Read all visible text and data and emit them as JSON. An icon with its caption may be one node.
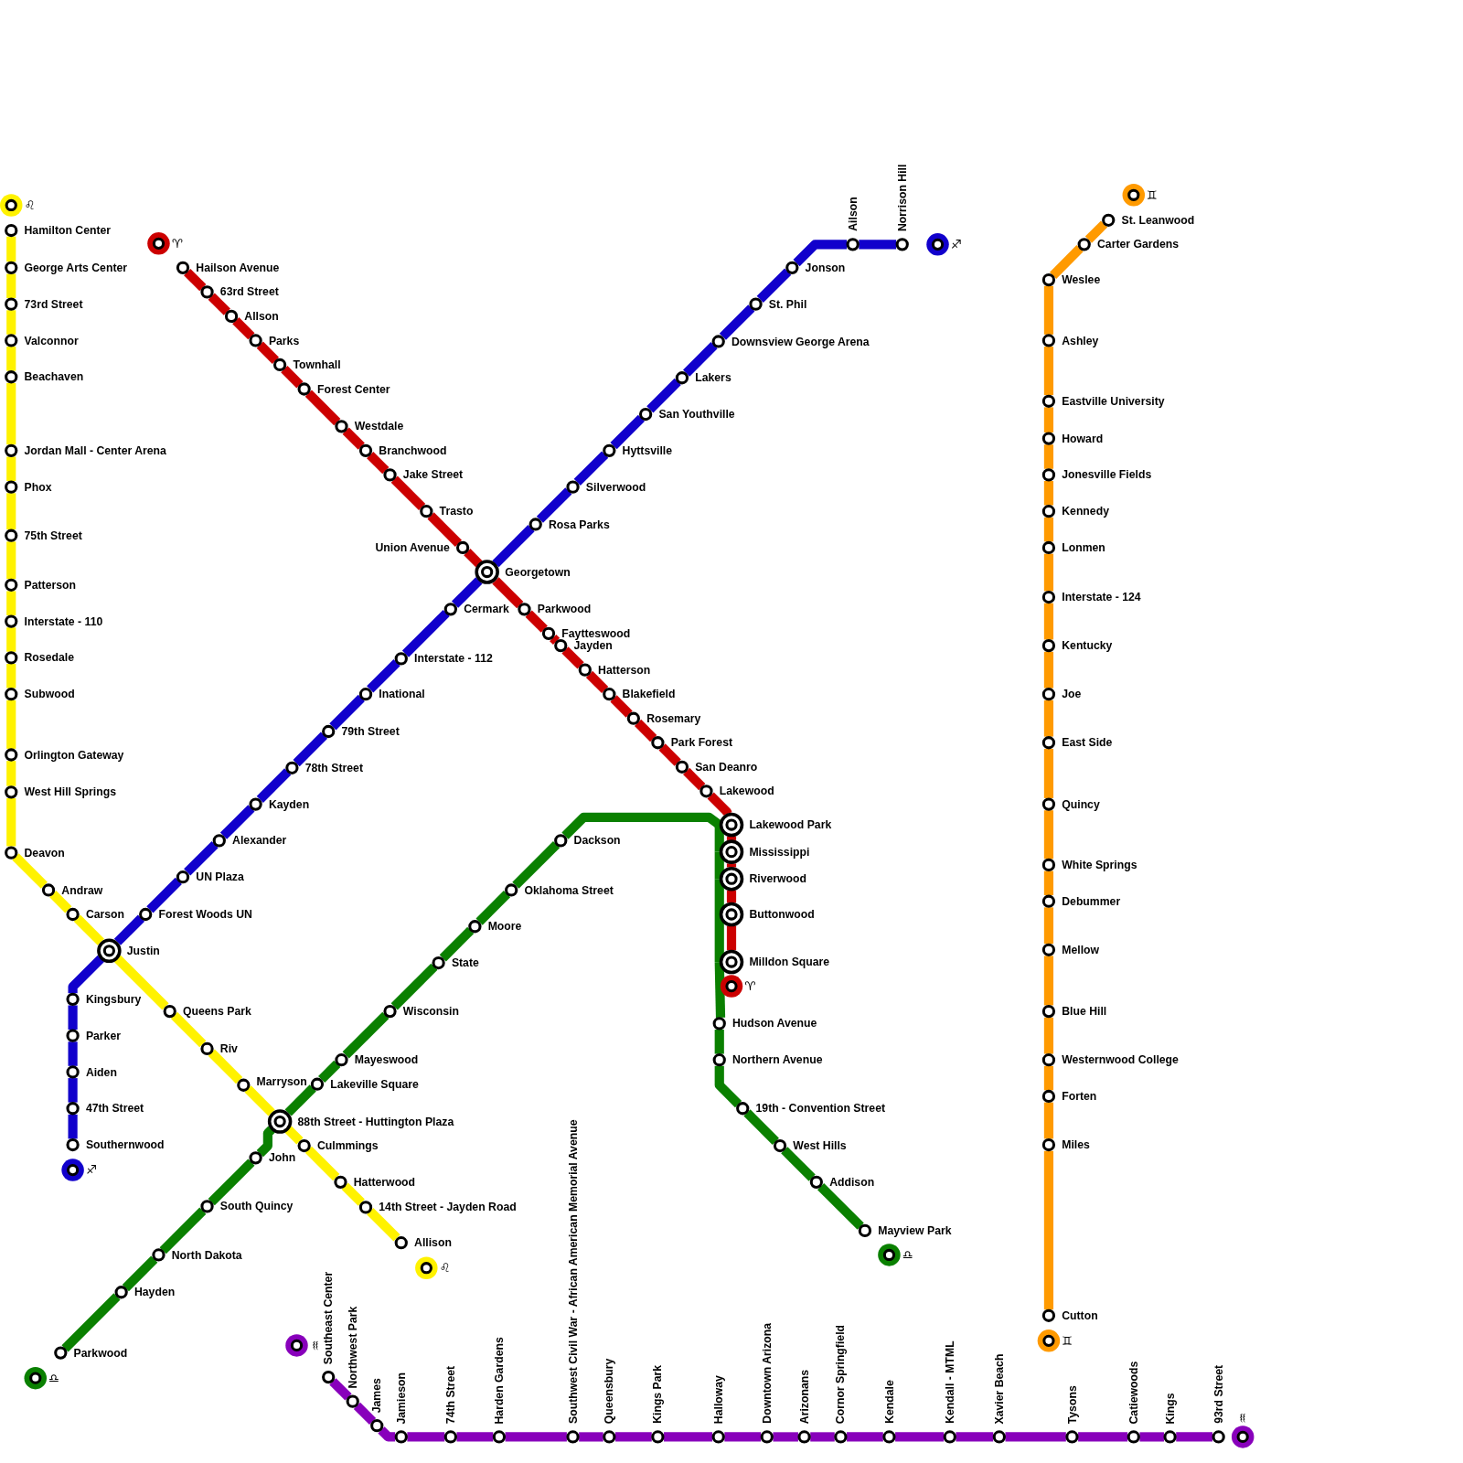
{
  "diagram": {
    "nodes": [
      {
        "text": [
          "♌"
        ]
      },
      {
        "text": [
          "Hamilton Center"
        ]
      },
      {
        "text": [
          "George Arts Center"
        ]
      },
      {
        "text": [
          "73rd Street"
        ]
      },
      {
        "text": [
          "Valconnor"
        ]
      },
      {
        "text": [
          "Beachaven"
        ]
      },
      {
        "text": [
          "Jordan Mall - Center Arena"
        ]
      },
      {
        "text": [
          "Phox"
        ]
      },
      {
        "text": [
          "75th Street"
        ]
      },
      {
        "text": [
          "Patterson"
        ]
      },
      {
        "text": [
          "Interstate - 110"
        ]
      },
      {
        "text": [
          "Rosedale"
        ]
      },
      {
        "text": [
          "Subwood"
        ]
      },
      {
        "text": [
          "Orlington Gateway"
        ]
      },
      {
        "text": [
          "West Hill Springs"
        ]
      },
      {
        "text": [
          "Deavon"
        ]
      },
      {
        "text": [
          "Andraw"
        ]
      },
      {
        "text": [
          "Carson"
        ]
      },
      {
        "text": [
          "Justin"
        ]
      },
      {
        "text": [
          "Queens Park"
        ]
      },
      {
        "text": [
          "Riv"
        ]
      },
      {
        "text": [
          "Marryson"
        ]
      },
      {
        "text": [
          "88th Street - Huttington Plaza"
        ]
      },
      {
        "text": [
          "Culmmings"
        ]
      },
      {
        "text": [
          "Hatterwood"
        ]
      },
      {
        "text": [
          "14th Street - Jayden Road"
        ]
      },
      {
        "text": [
          "Allison"
        ]
      },
      {
        "text": [
          "♌"
        ]
      },
      {
        "text": [
          "♈"
        ]
      },
      {
        "text": [
          "Hailson Avenue"
        ]
      },
      {
        "text": [
          "63rd Street"
        ]
      },
      {
        "text": [
          "Allson"
        ]
      },
      {
        "text": [
          "Parks"
        ]
      },
      {
        "text": [
          "Townhall"
        ]
      },
      {
        "text": [
          "Forest Center"
        ]
      },
      {
        "text": [
          "Westdale"
        ]
      },
      {
        "text": [
          "Branchwood"
        ]
      },
      {
        "text": [
          "Jake Street"
        ]
      },
      {
        "text": [
          "Trasto"
        ]
      },
      {
        "text": [
          "Union Avenue"
        ]
      },
      {
        "text": [
          "Georgetown"
        ]
      },
      {
        "text": [
          "Parkwood"
        ]
      },
      {
        "text": [
          "Faytteswood"
        ]
      },
      {
        "text": [
          "Jayden"
        ]
      },
      {
        "text": [
          "Hatterson"
        ]
      },
      {
        "text": [
          "Blakefield"
        ]
      },
      {
        "text": [
          "Rosemary"
        ]
      },
      {
        "text": [
          "Park Forest"
        ]
      },
      {
        "text": [
          "San Deanro"
        ]
      },
      {
        "text": [
          "Lakewood"
        ]
      },
      {
        "text": [
          "Lakewood Park"
        ]
      },
      {
        "text": [
          "Mississippi"
        ]
      },
      {
        "text": [
          "Riverwood"
        ]
      },
      {
        "text": [
          "Buttonwood"
        ]
      },
      {
        "text": [
          "Milldon Square"
        ]
      },
      {
        "text": [
          "♈"
        ]
      },
      {
        "text": [
          "♐"
        ]
      },
      {
        "text": [
          "Norrison Hill"
        ]
      },
      {
        "text": [
          "Ailson"
        ]
      },
      {
        "text": [
          "Jonson"
        ]
      },
      {
        "text": [
          "St. Phil"
        ]
      },
      {
        "text": [
          "Downsview George Arena"
        ]
      },
      {
        "text": [
          "Lakers"
        ]
      },
      {
        "text": [
          "San Youthville"
        ]
      },
      {
        "text": [
          "Hyttsville"
        ]
      },
      {
        "text": [
          "Silverwood"
        ]
      },
      {
        "text": [
          "Rosa Parks"
        ]
      },
      {
        "text": [
          "Cermark"
        ]
      },
      {
        "text": [
          "Interstate - 112"
        ]
      },
      {
        "text": [
          "Inational"
        ]
      },
      {
        "text": [
          "79th Street"
        ]
      },
      {
        "text": [
          "78th Street"
        ]
      },
      {
        "text": [
          "Kayden"
        ]
      },
      {
        "text": [
          "Alexander"
        ]
      },
      {
        "text": [
          "UN Plaza"
        ]
      },
      {
        "text": [
          "Forest Woods UN"
        ]
      },
      {
        "text": [
          "Kingsbury"
        ]
      },
      {
        "text": [
          "Parker"
        ]
      },
      {
        "text": [
          "Aiden"
        ]
      },
      {
        "text": [
          "47th Street"
        ]
      },
      {
        "text": [
          "Southernwood"
        ]
      },
      {
        "text": [
          "♐"
        ]
      },
      {
        "text": [
          "♎"
        ]
      },
      {
        "text": [
          "Parkwood"
        ]
      },
      {
        "text": [
          "Hayden"
        ]
      },
      {
        "text": [
          "North Dakota"
        ]
      },
      {
        "text": [
          "South Quincy"
        ]
      },
      {
        "text": [
          "John"
        ]
      },
      {
        "text": [
          "Lakeville Square"
        ]
      },
      {
        "text": [
          "Mayeswood"
        ]
      },
      {
        "text": [
          "Wisconsin"
        ]
      },
      {
        "text": [
          "State"
        ]
      },
      {
        "text": [
          "Moore"
        ]
      },
      {
        "text": [
          "Oklahoma Street"
        ]
      },
      {
        "text": [
          "Dackson"
        ]
      },
      {
        "text": [
          "Hudson Avenue"
        ]
      },
      {
        "text": [
          "Northern Avenue"
        ]
      },
      {
        "text": [
          "19th - Convention Street"
        ]
      },
      {
        "text": [
          "West Hills"
        ]
      },
      {
        "text": [
          "Addison"
        ]
      },
      {
        "text": [
          "Mayview Park"
        ]
      },
      {
        "text": [
          "♎"
        ]
      },
      {
        "text": [
          "♊"
        ]
      },
      {
        "text": [
          "St. Leanwood"
        ]
      },
      {
        "text": [
          "Carter Gardens"
        ]
      },
      {
        "text": [
          "Weslee"
        ]
      },
      {
        "text": [
          "Ashley"
        ]
      },
      {
        "text": [
          "Eastville University"
        ]
      },
      {
        "text": [
          "Howard"
        ]
      },
      {
        "text": [
          "Jonesville Fields"
        ]
      },
      {
        "text": [
          "Kennedy"
        ]
      },
      {
        "text": [
          "Lonmen"
        ]
      },
      {
        "text": [
          "Interstate - 124"
        ]
      },
      {
        "text": [
          "Kentucky"
        ]
      },
      {
        "text": [
          "Joe"
        ]
      },
      {
        "text": [
          "East Side"
        ]
      },
      {
        "text": [
          "Quincy"
        ]
      },
      {
        "text": [
          "White Springs"
        ]
      },
      {
        "text": [
          "Debummer"
        ]
      },
      {
        "text": [
          "Mellow"
        ]
      },
      {
        "text": [
          "Blue Hill"
        ]
      },
      {
        "text": [
          "Westernwood College"
        ]
      },
      {
        "text": [
          "Forten"
        ]
      },
      {
        "text": [
          "Miles"
        ]
      },
      {
        "text": [
          "Cutton"
        ]
      },
      {
        "text": [
          "♊"
        ]
      },
      {
        "text": [
          "♒"
        ]
      },
      {
        "text": [
          "Southeast Center"
        ]
      },
      {
        "text": [
          "Northwest Park"
        ]
      },
      {
        "text": [
          "James"
        ]
      },
      {
        "text": [
          "Jamieson"
        ]
      },
      {
        "text": [
          "74th Street"
        ]
      },
      {
        "text": [
          "Harden Gardens"
        ]
      },
      {
        "text": [
          "Southwest Civil War - African American Memorial Avenue"
        ]
      },
      {
        "text": [
          "Queensbury"
        ]
      },
      {
        "text": [
          "Kings Park"
        ]
      },
      {
        "text": [
          "Halloway"
        ]
      },
      {
        "text": [
          "Downtown Arizona"
        ]
      },
      {
        "text": [
          "Arizonans"
        ]
      },
      {
        "text": [
          "Cornor Springfield"
        ]
      },
      {
        "text": [
          "Kendale"
        ]
      },
      {
        "text": [
          "Kendall - MTML"
        ]
      },
      {
        "text": [
          "Xavier Beach"
        ]
      },
      {
        "text": [
          "Tysons"
        ]
      },
      {
        "text": [
          "Catiewoods"
        ]
      },
      {
        "text": [
          "Kings"
        ]
      },
      {
        "text": [
          "93rd Street"
        ]
      },
      {
        "text": [
          "♒"
        ]
      }
    ],
    "edges": [
      {
        "from": 1,
        "to": 2,
        "arrow": "none",
        "color": "#fff200"
      },
      {
        "from": 2,
        "to": 3,
        "arrow": "none",
        "color": "#fff200"
      },
      {
        "from": 3,
        "to": 4,
        "arrow": "none",
        "color": "#fff200"
      },
      {
        "from": 4,
        "to": 5,
        "arrow": "none",
        "color": "#fff200"
      },
      {
        "from": 5,
        "to": 6,
        "arrow": "none",
        "color": "#fff200"
      },
      {
        "from": 6,
        "to": 7,
        "arrow": "none",
        "color": "#fff200"
      },
      {
        "from": 7,
        "to": 8,
        "arrow": "none",
        "color": "#fff200"
      },
      {
        "from": 8,
        "to": 9,
        "arrow": "none",
        "color": "#fff200"
      },
      {
        "from": 9,
        "to": 10,
        "arrow": "none",
        "color": "#fff200"
      },
      {
        "from": 10,
        "to": 11,
        "arrow": "none",
        "color": "#fff200"
      },
      {
        "from": 11,
        "to": 12,
        "arrow": "none",
        "color": "#fff200"
      },
      {
        "from": 12,
        "to": 13,
        "arrow": "none",
        "color": "#fff200"
      },
      {
        "from": 13,
        "to": 14,
        "arrow": "none",
        "color": "#fff200"
      },
      {
        "from": 14,
        "to": 15,
        "arrow": "none",
        "color": "#fff200"
      },
      {
        "from": 15,
        "to": 16,
        "arrow": "none",
        "color": "#fff200"
      },
      {
        "from": 16,
        "to": 17,
        "arrow": "none",
        "color": "#fff200"
      },
      {
        "from": 17,
        "to": 18,
        "arrow": "none",
        "color": "#fff200"
      },
      {
        "from": 18,
        "to": 19,
        "arrow": "none",
        "color": "#fff200"
      },
      {
        "from": 19,
        "to": 20,
        "arrow": "none",
        "color": "#fff200"
      },
      {
        "from": 20,
        "to": 21,
        "arrow": "none",
        "color": "#fff200"
      },
      {
        "from": 21,
        "to": 22,
        "arrow": "none",
        "color": "#fff200"
      },
      {
        "from": 22,
        "to": 23,
        "arrow": "none",
        "color": "#fff200"
      },
      {
        "from": 23,
        "to": 24,
        "arrow": "none",
        "color": "#fff200"
      },
      {
        "from": 24,
        "to": 25,
        "arrow": "none",
        "color": "#fff200"
      },
      {
        "from": 25,
        "to": 26,
        "arrow": "none",
        "color": "#fff200"
      },
      {
        "from": 29,
        "to": 30,
        "arrow": "none",
        "color": "#cc0000"
      },
      {
        "from": 30,
        "to": 31,
        "arrow": "none",
        "color": "#cc0000"
      },
      {
        "from": 31,
        "to": 32,
        "arrow": "none",
        "color": "#cc0000"
      },
      {
        "from": 32,
        "to": 33,
        "arrow": "none",
        "color": "#cc0000"
      },
      {
        "from": 33,
        "to": 34,
        "arrow": "none",
        "color": "#cc0000"
      },
      {
        "from": 34,
        "to": 35,
        "arrow": "none",
        "color": "#cc0000"
      },
      {
        "from": 35,
        "to": 36,
        "arrow": "none",
        "color": "#cc0000"
      },
      {
        "from": 36,
        "to": 37,
        "arrow": "none",
        "color": "#cc0000"
      },
      {
        "from": 37,
        "to": 38,
        "arrow": "none",
        "color": "#cc0000"
      },
      {
        "from": 38,
        "to": 39,
        "arrow": "none",
        "color": "#cc0000"
      },
      {
        "from": 39,
        "to": 40,
        "arrow": "none",
        "color": "#cc0000"
      },
      {
        "from": 40,
        "to": 41,
        "arrow": "none",
        "color": "#cc0000"
      },
      {
        "from": 41,
        "to": 42,
        "arrow": "none",
        "color": "#cc0000"
      },
      {
        "from": 42,
        "to": 43,
        "arrow": "none",
        "color": "#cc0000"
      },
      {
        "from": 43,
        "to": 44,
        "arrow": "none",
        "color": "#cc0000"
      },
      {
        "from": 44,
        "to": 45,
        "arrow": "none",
        "color": "#cc0000"
      },
      {
        "from": 45,
        "to": 46,
        "arrow": "none",
        "color": "#cc0000"
      },
      {
        "from": 46,
        "to": 47,
        "arrow": "none",
        "color": "#cc0000"
      },
      {
        "from": 47,
        "to": 48,
        "arrow": "none",
        "color": "#cc0000"
      },
      {
        "from": 48,
        "to": 49,
        "arrow": "none",
        "color": "#cc0000"
      },
      {
        "from": 49,
        "to": 50,
        "arrow": "none",
        "color": "#cc0000"
      },
      {
        "from": 50,
        "to": 51,
        "arrow": "none",
        "color": "#cc0000"
      },
      {
        "from": 51,
        "to": 52,
        "arrow": "none",
        "color": "#cc0000"
      },
      {
        "from": 52,
        "to": 53,
        "arrow": "none",
        "color": "#cc0000"
      },
      {
        "from": 53,
        "to": 54,
        "arrow": "none",
        "color": "#cc0000"
      },
      {
        "from": 57,
        "to": 58,
        "arrow": "none",
        "color": "#1100cc"
      },
      {
        "from": 58,
        "to": 59,
        "arrow": "none",
        "color": "#1100cc"
      },
      {
        "from": 59,
        "to": 60,
        "arrow": "none",
        "color": "#1100cc"
      },
      {
        "from": 60,
        "to": 61,
        "arrow": "none",
        "color": "#1100cc"
      },
      {
        "from": 61,
        "to": 62,
        "arrow": "none",
        "color": "#1100cc"
      },
      {
        "from": 62,
        "to": 63,
        "arrow": "none",
        "color": "#1100cc"
      },
      {
        "from": 63,
        "to": 64,
        "arrow": "none",
        "color": "#1100cc"
      },
      {
        "from": 64,
        "to": 65,
        "arrow": "none",
        "color": "#1100cc"
      },
      {
        "from": 65,
        "to": 66,
        "arrow": "none",
        "color": "#1100cc"
      },
      {
        "from": 66,
        "to": 40,
        "arrow": "none",
        "color": "#1100cc"
      },
      {
        "from": 40,
        "to": 67,
        "arrow": "none",
        "color": "#1100cc"
      },
      {
        "from": 67,
        "to": 68,
        "arrow": "none",
        "color": "#1100cc"
      },
      {
        "from": 68,
        "to": 69,
        "arrow": "none",
        "color": "#1100cc"
      },
      {
        "from": 69,
        "to": 70,
        "arrow": "none",
        "color": "#1100cc"
      },
      {
        "from": 70,
        "to": 71,
        "arrow": "none",
        "color": "#1100cc"
      },
      {
        "from": 71,
        "to": 72,
        "arrow": "none",
        "color": "#1100cc"
      },
      {
        "from": 72,
        "to": 73,
        "arrow": "none",
        "color": "#1100cc"
      },
      {
        "from": 73,
        "to": 74,
        "arrow": "none",
        "color": "#1100cc"
      },
      {
        "from": 74,
        "to": 75,
        "arrow": "none",
        "color": "#1100cc"
      },
      {
        "from": 75,
        "to": 18,
        "arrow": "none",
        "color": "#1100cc"
      },
      {
        "from": 18,
        "to": 76,
        "arrow": "none",
        "color": "#1100cc"
      },
      {
        "from": 76,
        "to": 77,
        "arrow": "none",
        "color": "#1100cc"
      },
      {
        "from": 77,
        "to": 78,
        "arrow": "none",
        "color": "#1100cc"
      },
      {
        "from": 78,
        "to": 79,
        "arrow": "none",
        "color": "#1100cc"
      },
      {
        "from": 79,
        "to": 80,
        "arrow": "none",
        "color": "#1100cc"
      },
      {
        "from": 83,
        "to": 84,
        "arrow": "none",
        "color": "#0a8000"
      },
      {
        "from": 84,
        "to": 85,
        "arrow": "none",
        "color": "#0a8000"
      },
      {
        "from": 85,
        "to": 86,
        "arrow": "none",
        "color": "#0a8000"
      },
      {
        "from": 86,
        "to": 87,
        "arrow": "none",
        "color": "#0a8000"
      },
      {
        "from": 87,
        "to": 22,
        "arrow": "none",
        "color": "#0a8000"
      },
      {
        "from": 22,
        "to": 88,
        "arrow": "none",
        "color": "#0a8000"
      },
      {
        "from": 88,
        "to": 89,
        "arrow": "none",
        "color": "#0a8000"
      },
      {
        "from": 89,
        "to": 90,
        "arrow": "none",
        "color": "#0a8000"
      },
      {
        "from": 90,
        "to": 91,
        "arrow": "none",
        "color": "#0a8000"
      },
      {
        "from": 91,
        "to": 92,
        "arrow": "none",
        "color": "#0a8000"
      },
      {
        "from": 92,
        "to": 93,
        "arrow": "none",
        "color": "#0a8000"
      },
      {
        "from": 93,
        "to": 94,
        "arrow": "none",
        "color": "#0a8000"
      },
      {
        "from": 94,
        "to": 50,
        "arrow": "none",
        "color": "#0a8000"
      },
      {
        "from": 50,
        "to": 51,
        "arrow": "none",
        "color": "#0a8000"
      },
      {
        "from": 51,
        "to": 52,
        "arrow": "none",
        "color": "#0a8000"
      },
      {
        "from": 52,
        "to": 53,
        "arrow": "none",
        "color": "#0a8000"
      },
      {
        "from": 53,
        "to": 54,
        "arrow": "none",
        "color": "#0a8000"
      },
      {
        "from": 54,
        "to": 95,
        "arrow": "none",
        "color": "#0a8000"
      },
      {
        "from": 95,
        "to": 96,
        "arrow": "none",
        "color": "#0a8000"
      },
      {
        "from": 96,
        "to": 97,
        "arrow": "none",
        "color": "#0a8000"
      },
      {
        "from": 97,
        "to": 98,
        "arrow": "none",
        "color": "#0a8000"
      },
      {
        "from": 98,
        "to": 99,
        "arrow": "none",
        "color": "#0a8000"
      },
      {
        "from": 99,
        "to": 100,
        "arrow": "none",
        "color": "#0a8000"
      },
      {
        "from": 103,
        "to": 104,
        "arrow": "none",
        "color": "#ff9a00"
      },
      {
        "from": 104,
        "to": 105,
        "arrow": "none",
        "color": "#ff9a00"
      },
      {
        "from": 105,
        "to": 106,
        "arrow": "none",
        "color": "#ff9a00"
      },
      {
        "from": 106,
        "to": 107,
        "arrow": "none",
        "color": "#ff9a00"
      },
      {
        "from": 107,
        "to": 108,
        "arrow": "none",
        "color": "#ff9a00"
      },
      {
        "from": 108,
        "to": 109,
        "arrow": "none",
        "color": "#ff9a00"
      },
      {
        "from": 109,
        "to": 110,
        "arrow": "none",
        "color": "#ff9a00"
      },
      {
        "from": 110,
        "to": 111,
        "arrow": "none",
        "color": "#ff9a00"
      },
      {
        "from": 111,
        "to": 112,
        "arrow": "none",
        "color": "#ff9a00"
      },
      {
        "from": 112,
        "to": 113,
        "arrow": "none",
        "color": "#ff9a00"
      },
      {
        "from": 113,
        "to": 114,
        "arrow": "none",
        "color": "#ff9a00"
      },
      {
        "from": 114,
        "to": 115,
        "arrow": "none",
        "color": "#ff9a00"
      },
      {
        "from": 115,
        "to": 116,
        "arrow": "none",
        "color": "#ff9a00"
      },
      {
        "from": 116,
        "to": 117,
        "arrow": "none",
        "color": "#ff9a00"
      },
      {
        "from": 117,
        "to": 118,
        "arrow": "none",
        "color": "#ff9a00"
      },
      {
        "from": 118,
        "to": 119,
        "arrow": "none",
        "color": "#ff9a00"
      },
      {
        "from": 119,
        "to": 120,
        "arrow": "none",
        "color": "#ff9a00"
      },
      {
        "from": 120,
        "to": 121,
        "arrow": "none",
        "color": "#ff9a00"
      },
      {
        "from": 121,
        "to": 122,
        "arrow": "none",
        "color": "#ff9a00"
      },
      {
        "from": 122,
        "to": 123,
        "arrow": "none",
        "color": "#ff9a00"
      },
      {
        "from": 123,
        "to": 124,
        "arrow": "none",
        "color": "#ff9a00"
      },
      {
        "from": 127,
        "to": 128,
        "arrow": "none",
        "color": "#8800bb"
      },
      {
        "from": 128,
        "to": 129,
        "arrow": "none",
        "color": "#8800bb"
      },
      {
        "from": 129,
        "to": 130,
        "arrow": "none",
        "color": "#8800bb"
      },
      {
        "from": 130,
        "to": 131,
        "arrow": "none",
        "color": "#8800bb"
      },
      {
        "from": 131,
        "to": 132,
        "arrow": "none",
        "color": "#8800bb"
      },
      {
        "from": 132,
        "to": 133,
        "arrow": "none",
        "color": "#8800bb"
      },
      {
        "from": 133,
        "to": 134,
        "arrow": "none",
        "color": "#8800bb"
      },
      {
        "from": 134,
        "to": 135,
        "arrow": "none",
        "color": "#8800bb"
      },
      {
        "from": 135,
        "to": 136,
        "arrow": "none",
        "color": "#8800bb"
      },
      {
        "from": 136,
        "to": 137,
        "arrow": "none",
        "color": "#8800bb"
      },
      {
        "from": 137,
        "to": 138,
        "arrow": "none",
        "color": "#8800bb"
      },
      {
        "from": 138,
        "to": 139,
        "arrow": "none",
        "color": "#8800bb"
      },
      {
        "from": 139,
        "to": 140,
        "arrow": "none",
        "color": "#8800bb"
      },
      {
        "from": 140,
        "to": 141,
        "arrow": "none",
        "color": "#8800bb"
      },
      {
        "from": 141,
        "to": 142,
        "arrow": "none",
        "color": "#8800bb"
      },
      {
        "from": 142,
        "to": 143,
        "arrow": "none",
        "color": "#8800bb"
      },
      {
        "from": 143,
        "to": 144,
        "arrow": "none",
        "color": "#8800bb"
      },
      {
        "from": 144,
        "to": 145,
        "arrow": "none",
        "color": "#8800bb"
      },
      {
        "from": 145,
        "to": 146,
        "arrow": "none",
        "color": "#8800bb"
      }
    ]
  }
}
